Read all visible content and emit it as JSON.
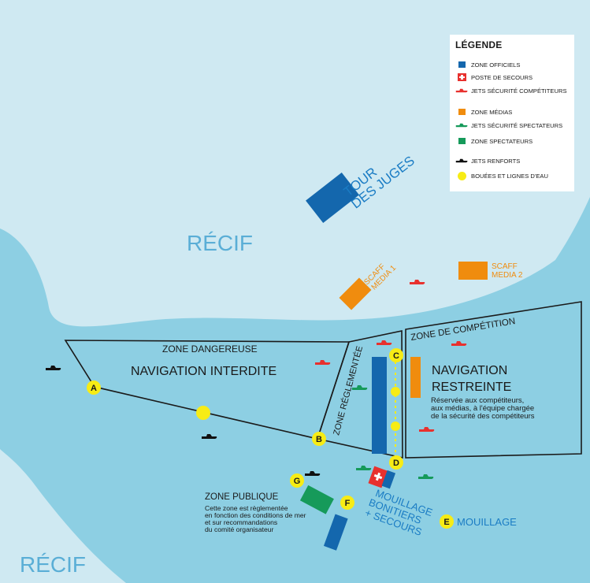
{
  "colors": {
    "reef": "#cfe9f2",
    "water": "#8dcfe3",
    "officials": "#1467ad",
    "media": "#f08c0e",
    "spectators": "#169a5a",
    "safety_competitors": "#e8312e",
    "safety_spectators": "#169a5a",
    "reinforcements": "#111111",
    "buoys": "#f7ec15",
    "text_blue": "#1a7cc4",
    "text_dark": "#1a1a1a"
  },
  "legend": {
    "title": "LÉGENDE",
    "items": [
      {
        "label": "ZONE OFFICIELS",
        "symbol": "blue-square-icon"
      },
      {
        "label": "POSTE DE SECOURS",
        "symbol": "first-aid-cross-icon"
      },
      {
        "label": "JETS SÉCURITÉ COMPÉTITEURS",
        "symbol": "red-jetski-icon"
      },
      {
        "label": "ZONE MÉDIAS",
        "symbol": "orange-square-icon"
      },
      {
        "label": "JETS SÉCURITÉ SPECTATEURS",
        "symbol": "green-jetski-icon"
      },
      {
        "label": "ZONE SPECTATEURS",
        "symbol": "green-square-icon"
      },
      {
        "label": "JETS RENFORTS",
        "symbol": "black-jetski-icon"
      },
      {
        "label": "BOUÉES ET LIGNES D'EAU",
        "symbol": "yellow-buoy-icon"
      }
    ]
  },
  "labels": {
    "reef_top": "RÉCIF",
    "reef_bottom": "RÉCIF",
    "judges_tower_line1": "TOUR",
    "judges_tower_line2": "DES JUGES",
    "scaff_media1_line1": "SCAFF",
    "scaff_media1_line2": "MEDIA 1",
    "scaff_media2_line1": "SCAFF",
    "scaff_media2_line2": "MEDIA 2",
    "danger_zone": "ZONE DANGEREUSE",
    "no_navigation": "NAVIGATION INTERDITE",
    "regulated_zone": "ZONE RÉGLEMENTÉE",
    "competition_zone": "ZONE DE COMPÉTITION",
    "restricted_line1": "NAVIGATION",
    "restricted_line2": "RESTREINTE",
    "restricted_note_line1": "Réservée aux compétiteurs,",
    "restricted_note_line2": "aux médias, à l'équipe chargée",
    "restricted_note_line3": "de la sécurité des compétiteurs",
    "public_zone": "ZONE PUBLIQUE",
    "public_note_line1": "Cette zone est règlementée",
    "public_note_line2": "en fonction des conditions de mer",
    "public_note_line3": "et sur recommandations",
    "public_note_line4": "du comité organisateur",
    "mooring_line1": "MOUILLAGE",
    "mooring_line2": "BONITIERS",
    "mooring_line3": "+ SECOURS",
    "mooring": "MOUILLAGE"
  },
  "points": {
    "a": "A",
    "b": "B",
    "c": "C",
    "d": "D",
    "e": "E",
    "f": "F",
    "g": "G"
  }
}
